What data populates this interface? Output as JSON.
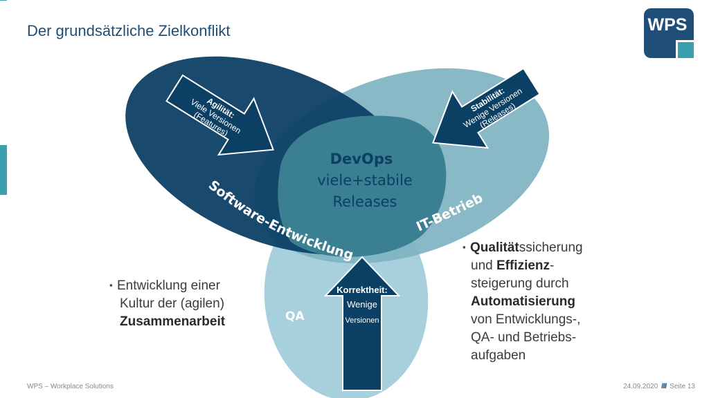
{
  "title": "Der grundsätzliche Zielkonflikt",
  "logo_text": "WPS",
  "center": {
    "line1": "DevOps",
    "line2": "viele+stabile",
    "line3": "Releases"
  },
  "circles": {
    "dev": "Software-Entwicklung",
    "ops": "IT-Betrieb",
    "qa": "QA"
  },
  "arrows": {
    "agility": {
      "heading": "Agilität:",
      "line1": "Viele Versionen",
      "line2": "(Features)"
    },
    "stability": {
      "heading": "Stabilität:",
      "line1": "Wenige Versionen",
      "line2": "(Releases)"
    },
    "correctness": {
      "heading": "Korrektheit:",
      "line1": "Wenige",
      "line2": "Versionen"
    }
  },
  "left_bullet": {
    "bullet": "▪",
    "line1": "Entwicklung einer",
    "line2": "Kultur der (agilen)",
    "line3": "Zusammenarbeit"
  },
  "right_bullet": {
    "bullet": "▪",
    "l1_bold": "Qualität",
    "l1_rest": "ssicherung",
    "l2_pre": "und ",
    "l2_bold": "Effizienz",
    "l2_rest": "-",
    "line3": "steigerung durch",
    "line4": "Automatisierung",
    "line5": "von Entwicklungs-,",
    "line6": "QA- und Betriebs-",
    "line7": "aufgaben"
  },
  "footer": {
    "left": "WPS – Workplace Solutions",
    "date": "24.09.2020",
    "separator": "////",
    "page": "Seite 13"
  },
  "colors": {
    "dev": "#0b3f64",
    "ops": "#7fb3c1",
    "qa": "#a8d0dc",
    "center": "#3a7f92",
    "arrow": "#0b3f64",
    "title": "#1f4e79",
    "side_mark": "#3aa0ad"
  }
}
